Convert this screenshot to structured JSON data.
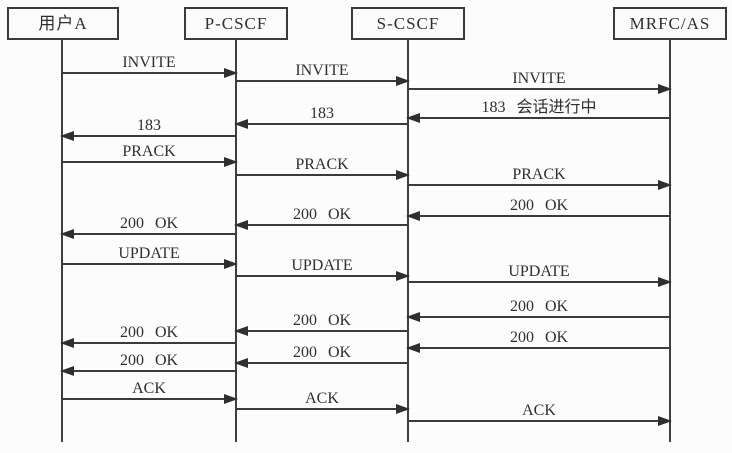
{
  "colors": {
    "ink": "#3b3b3b",
    "background": "#fcfcfc"
  },
  "lifelines": [
    {
      "id": "user-a",
      "label": "用户A"
    },
    {
      "id": "p-cscf",
      "label": "P-CSCF"
    },
    {
      "id": "s-cscf",
      "label": "S-CSCF"
    },
    {
      "id": "mrfc-as",
      "label": "MRFC/AS"
    }
  ],
  "messages": [
    {
      "label": "INVITE",
      "from": "user-a",
      "to": "p-cscf"
    },
    {
      "label": "INVITE",
      "from": "p-cscf",
      "to": "s-cscf"
    },
    {
      "label": "INVITE",
      "from": "s-cscf",
      "to": "mrfc-as"
    },
    {
      "label": "183 会话进行中",
      "from": "mrfc-as",
      "to": "s-cscf"
    },
    {
      "label": "183",
      "from": "s-cscf",
      "to": "p-cscf"
    },
    {
      "label": "183",
      "from": "p-cscf",
      "to": "user-a"
    },
    {
      "label": "PRACK",
      "from": "user-a",
      "to": "p-cscf"
    },
    {
      "label": "PRACK",
      "from": "p-cscf",
      "to": "s-cscf"
    },
    {
      "label": "PRACK",
      "from": "s-cscf",
      "to": "mrfc-as"
    },
    {
      "label": "200 OK",
      "from": "mrfc-as",
      "to": "s-cscf"
    },
    {
      "label": "200 OK",
      "from": "s-cscf",
      "to": "p-cscf"
    },
    {
      "label": "200 OK",
      "from": "p-cscf",
      "to": "user-a"
    },
    {
      "label": "UPDATE",
      "from": "user-a",
      "to": "p-cscf"
    },
    {
      "label": "UPDATE",
      "from": "p-cscf",
      "to": "s-cscf"
    },
    {
      "label": "UPDATE",
      "from": "s-cscf",
      "to": "mrfc-as"
    },
    {
      "label": "200 OK",
      "from": "mrfc-as",
      "to": "s-cscf"
    },
    {
      "label": "200 OK",
      "from": "s-cscf",
      "to": "p-cscf"
    },
    {
      "label": "200 OK",
      "from": "p-cscf",
      "to": "user-a"
    },
    {
      "label": "200 OK",
      "from": "mrfc-as",
      "to": "s-cscf"
    },
    {
      "label": "200 OK",
      "from": "s-cscf",
      "to": "p-cscf"
    },
    {
      "label": "200 OK",
      "from": "p-cscf",
      "to": "user-a"
    },
    {
      "label": "ACK",
      "from": "user-a",
      "to": "p-cscf"
    },
    {
      "label": "ACK",
      "from": "p-cscf",
      "to": "s-cscf"
    },
    {
      "label": "ACK",
      "from": "s-cscf",
      "to": "mrfc-as"
    }
  ]
}
